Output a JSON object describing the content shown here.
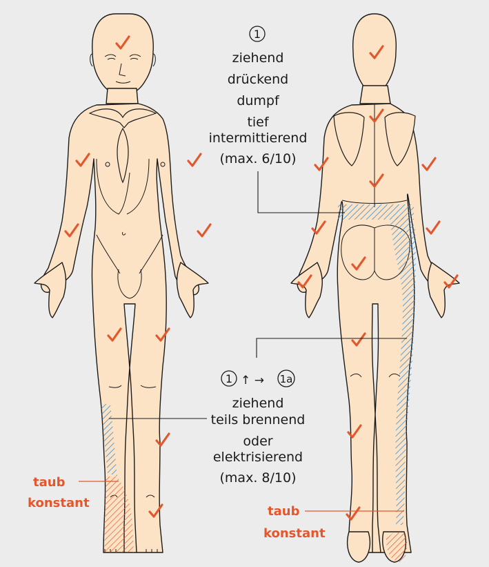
{
  "annotation_1": {
    "marker": "1",
    "lines": [
      "ziehend",
      "drückend",
      "dumpf",
      "tief",
      "intermittierend",
      "(max. 6/10)"
    ]
  },
  "annotation_2": {
    "marker_left": "1",
    "arrow_text": "↑ →",
    "marker_right": "1a",
    "lines": [
      "ziehend",
      "teils brennend",
      "oder",
      "elektrisierend",
      "(max. 8/10)"
    ]
  },
  "label_left": {
    "line1": "taub",
    "line2": "konstant"
  },
  "label_right": {
    "line1": "taub",
    "line2": "konstant"
  },
  "colors": {
    "background": "#ececec",
    "skin": "#fde3c6",
    "outline": "#1a1a1a",
    "checkmark": "#e2572c",
    "hatch_blue": "#3a8fd0",
    "hatch_red": "#e2572c"
  },
  "icons": [
    "check-mark-icon",
    "circled-number-icon"
  ]
}
